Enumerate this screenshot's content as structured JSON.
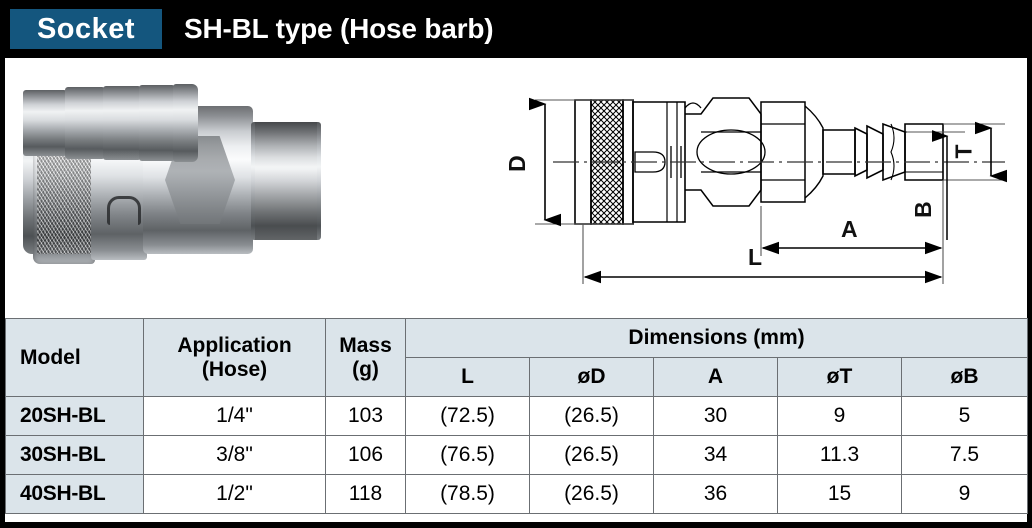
{
  "header": {
    "badge_label": "Socket",
    "title": "SH-BL type (Hose barb)",
    "badge_color": "#14567e",
    "bar_color": "#000000"
  },
  "illustration": {
    "photo_alt": "chrome quick-coupler socket with knurled sleeve, hex body, hex nut and ribbed hose barb",
    "drawing_alt": "cross-section style technical outline drawing of the SH-BL socket",
    "dimension_labels": {
      "d": "D",
      "l": "L",
      "a": "A",
      "t": "T",
      "b": "B"
    }
  },
  "table": {
    "headers": {
      "model": "Model",
      "application_line1": "Application",
      "application_line2": "(Hose)",
      "mass_line1": "Mass",
      "mass_line2": "(g)",
      "dimensions_group": "Dimensions (mm)",
      "dim_l": "L",
      "dim_d": "øD",
      "dim_a": "A",
      "dim_t": "øT",
      "dim_b": "øB"
    },
    "rows": [
      {
        "model": "20SH-BL",
        "application": "1/4\"",
        "mass": "103",
        "l": "(72.5)",
        "d": "(26.5)",
        "a": "30",
        "t": "9",
        "b": "5"
      },
      {
        "model": "30SH-BL",
        "application": "3/8\"",
        "mass": "106",
        "l": "(76.5)",
        "d": "(26.5)",
        "a": "34",
        "t": "11.3",
        "b": "7.5"
      },
      {
        "model": "40SH-BL",
        "application": "1/2\"",
        "mass": "118",
        "l": "(78.5)",
        "d": "(26.5)",
        "a": "36",
        "t": "15",
        "b": "9"
      }
    ]
  },
  "colors": {
    "header_cell_bg": "#dbe4ea",
    "grid_line": "#6b6f73",
    "frame": "#000000"
  }
}
